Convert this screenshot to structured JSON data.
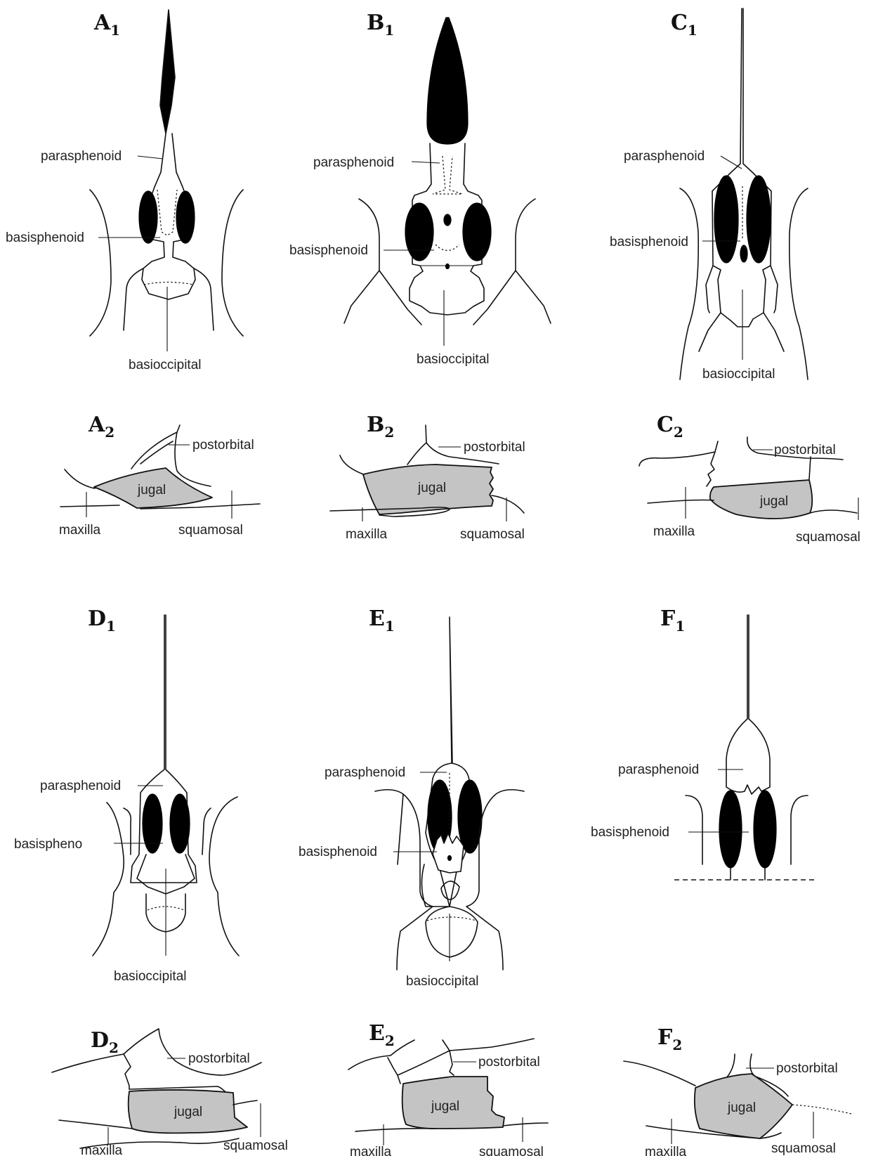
{
  "colors": {
    "jugal_fill": "#c4c4c4",
    "foramen_fill": "#000000",
    "line": "#111111",
    "background": "#ffffff"
  },
  "panels": {
    "A1": {
      "letter": "A",
      "index": "1",
      "parasphenoid": "parasphenoid",
      "basisphenoid": "basisphenoid",
      "basioccipital": "basioccipital"
    },
    "B1": {
      "letter": "B",
      "index": "1",
      "parasphenoid": "parasphenoid",
      "basisphenoid": "basisphenoid",
      "basioccipital": "basioccipital"
    },
    "C1": {
      "letter": "C",
      "index": "1",
      "parasphenoid": "parasphenoid",
      "basisphenoid": "basisphenoid",
      "basioccipital": "basioccipital"
    },
    "D1": {
      "letter": "D",
      "index": "1",
      "parasphenoid": "parasphenoid",
      "basisphenoid": "basispheno",
      "basioccipital": "basioccipital"
    },
    "E1": {
      "letter": "E",
      "index": "1",
      "parasphenoid": "parasphenoid",
      "basisphenoid": "basisphenoid",
      "basioccipital": "basioccipital"
    },
    "F1": {
      "letter": "F",
      "index": "1",
      "parasphenoid": "parasphenoid",
      "basisphenoid": "basisphenoid"
    },
    "A2": {
      "letter": "A",
      "index": "2",
      "postorbital": "postorbital",
      "jugal": "jugal",
      "maxilla": "maxilla",
      "squamosal": "squamosal"
    },
    "B2": {
      "letter": "B",
      "index": "2",
      "postorbital": "postorbital",
      "jugal": "jugal",
      "maxilla": "maxilla",
      "squamosal": "squamosal"
    },
    "C2": {
      "letter": "C",
      "index": "2",
      "postorbital": "postorbital",
      "jugal": "jugal",
      "maxilla": "maxilla",
      "squamosal": "squamosal"
    },
    "D2": {
      "letter": "D",
      "index": "2",
      "postorbital": "postorbital",
      "jugal": "jugal",
      "maxilla": "maxilla",
      "squamosal": "squamosal"
    },
    "E2": {
      "letter": "E",
      "index": "2",
      "postorbital": "postorbital",
      "jugal": "jugal",
      "maxilla": "maxilla",
      "squamosal": "squamosal"
    },
    "F2": {
      "letter": "F",
      "index": "2",
      "postorbital": "postorbital",
      "jugal": "jugal",
      "maxilla": "maxilla",
      "squamosal": "squamosal"
    }
  }
}
